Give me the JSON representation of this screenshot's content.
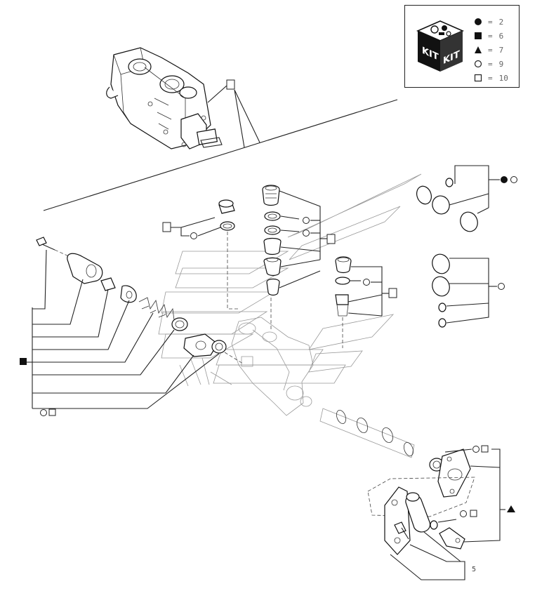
{
  "legend": {
    "kit_word_left": "KIT",
    "kit_word_right": "KIT",
    "entries": [
      {
        "symbol": "filled-circle",
        "eq": "=",
        "value": "2"
      },
      {
        "symbol": "filled-square",
        "eq": "=",
        "value": "6"
      },
      {
        "symbol": "filled-triangle",
        "eq": "=",
        "value": "7"
      },
      {
        "symbol": "open-circle",
        "eq": "=",
        "value": "9"
      },
      {
        "symbol": "open-square",
        "eq": "=",
        "value": "10"
      }
    ]
  },
  "callouts": {
    "plunger_bottom_label": "5"
  },
  "colors": {
    "line": "#222222",
    "ghost": "#888888"
  }
}
